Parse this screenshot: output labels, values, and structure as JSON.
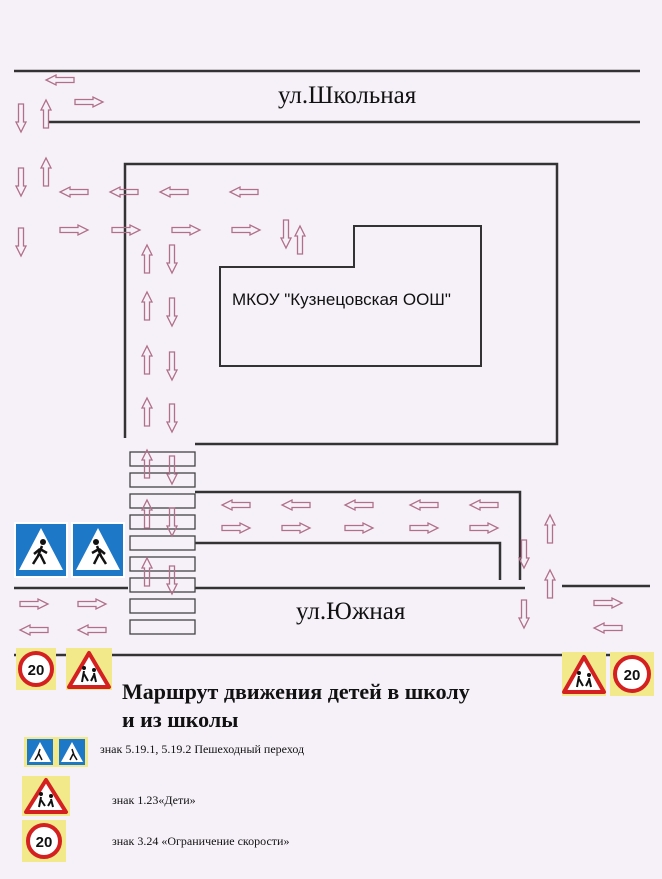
{
  "streets": {
    "top": "ул.Школьная",
    "bottom": "ул.Южная"
  },
  "school": {
    "name": "МКОУ \"Кузнецовская ООШ\""
  },
  "title": {
    "line1": "Маршрут движения детей в школу",
    "line2": "и из школы"
  },
  "legend": [
    {
      "icon": "pedestrian-crossing-sign",
      "text": "знак 5.19.1, 5.19.2 Пешеходный переход"
    },
    {
      "icon": "children-warning-sign",
      "text": "знак 1.23«Дети»"
    },
    {
      "icon": "speed-limit-sign",
      "text": "знак 3.24 «Ограничение скорости»",
      "value": "20"
    }
  ],
  "speed_limit": "20",
  "colors": {
    "route_arrow": "#b0708a",
    "road_line": "#333333",
    "sign_blue": "#1e78c8",
    "sign_red": "#d42020",
    "sign_yellow": "#f2ea8a"
  }
}
